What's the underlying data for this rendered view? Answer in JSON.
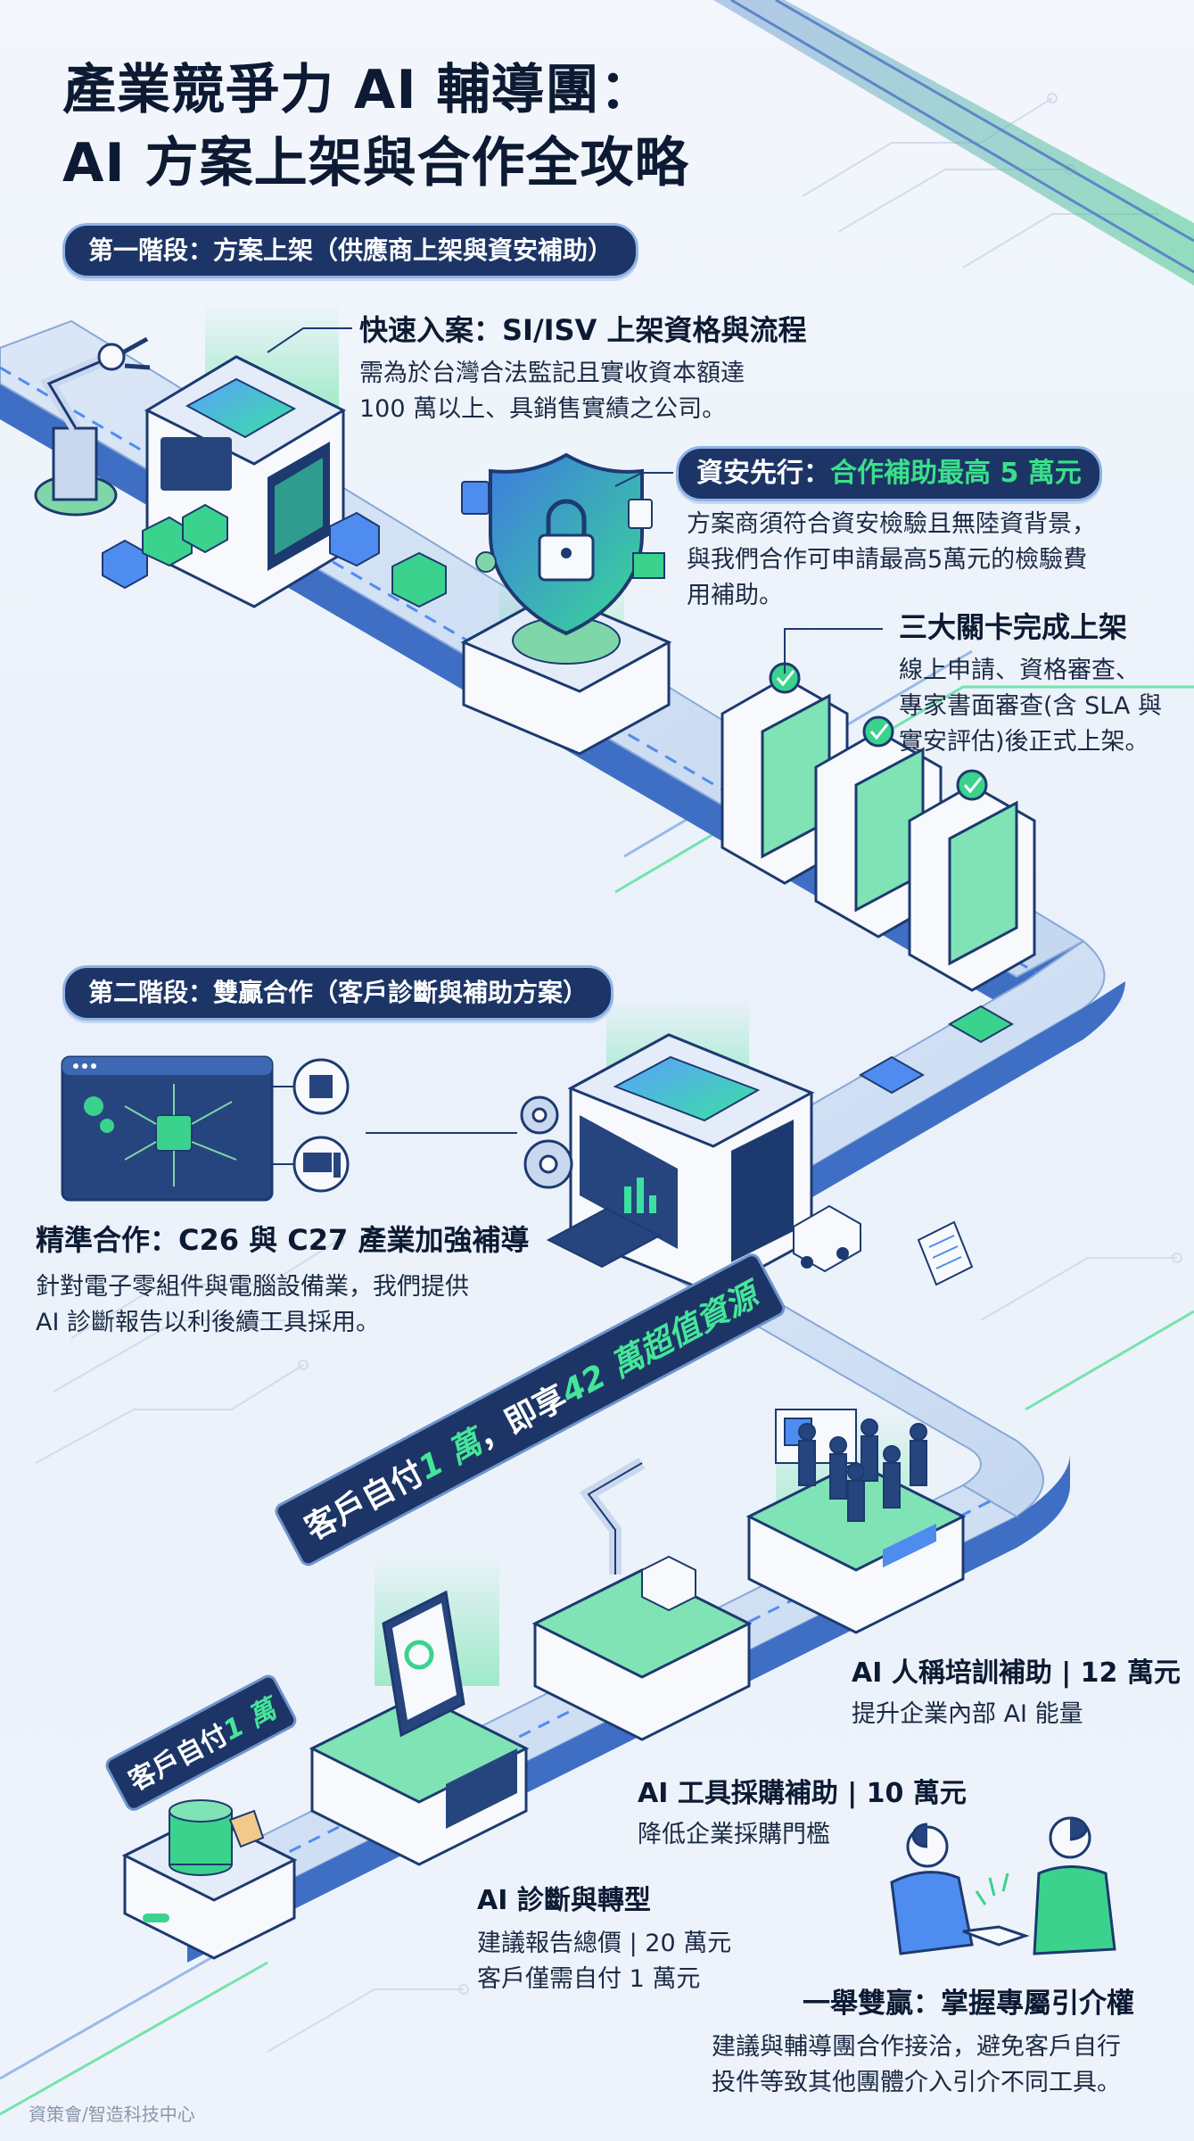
{
  "title": {
    "line1": "產業競爭力 AI 輔導團：",
    "line2": "AI 方案上架與合作全攻略"
  },
  "stage1": {
    "pill": "第一階段：方案上架（供應商上架與資安補助）",
    "fast_entry": {
      "heading": "快速入案：SI/ISV 上架資格與流程",
      "body_line1": "需為於台灣合法監記且實收資本額達",
      "body_line2": "100 萬以上、具銷售實績之公司。"
    },
    "security": {
      "heading_prefix": "資安先行：",
      "heading_highlight": "合作補助最高 5 萬元",
      "body_line1": "方案商須符合資安檢驗且無陸資背景，",
      "body_line2": "與我們合作可申請最高5萬元的檢驗費",
      "body_line3": "用補助。"
    },
    "three_gates": {
      "heading": "三大關卡完成上架",
      "body_line1": "線上申請、資格審查、",
      "body_line2": "專家書面審查(含 SLA 與",
      "body_line3": "實安評估)後正式上架。"
    }
  },
  "stage2": {
    "pill": "第二階段：雙贏合作（客戶診斷與補助方案）",
    "precise": {
      "heading": "精準合作：C26 與 C27 產業加強補導",
      "body_line1": "針對電子零組件與電腦設備業，我們提供",
      "body_line2": "AI 診斷報告以利後續工具採用。"
    },
    "big_banner": {
      "prefix": "客戶自付",
      "amount1": "1 萬",
      "middle": "，即享",
      "amount2": "42 萬超值資源"
    },
    "small_banner": {
      "prefix": "客戶自付",
      "amount": "1 萬"
    },
    "training": {
      "heading": "AI 人稱培訓補助 | 12 萬元",
      "body": "提升企業內部 AI 能量"
    },
    "tools": {
      "heading": "AI 工具採購補助 | 10 萬元",
      "body": "降低企業採購門檻"
    },
    "diagnosis": {
      "heading": "AI 診斷與轉型",
      "body_line1": "建議報告總價 | 20 萬元",
      "body_line2": "客戶僅需自付 1 萬元"
    },
    "win_win": {
      "heading": "一舉雙贏：掌握專屬引介權",
      "body_line1": "建議與輔導團合作接洽，避免客戶自行",
      "body_line2": "投件等致其他團體介入引介不同工具。"
    }
  },
  "footer": "資策會/智造科技中心",
  "colors": {
    "navy": "#1c3566",
    "accent_green": "#39e08a",
    "belt_blue": "#4f7fd0",
    "machine_white": "#f7f9fc"
  },
  "icons": [
    "robot-arm-icon",
    "shield-lock-icon",
    "check-gate-icon",
    "chip-icon",
    "computer-icon",
    "gear-icon",
    "truck-icon",
    "document-icon",
    "tablet-icon",
    "coin-stack-icon",
    "people-group-icon",
    "handshake-icon"
  ]
}
